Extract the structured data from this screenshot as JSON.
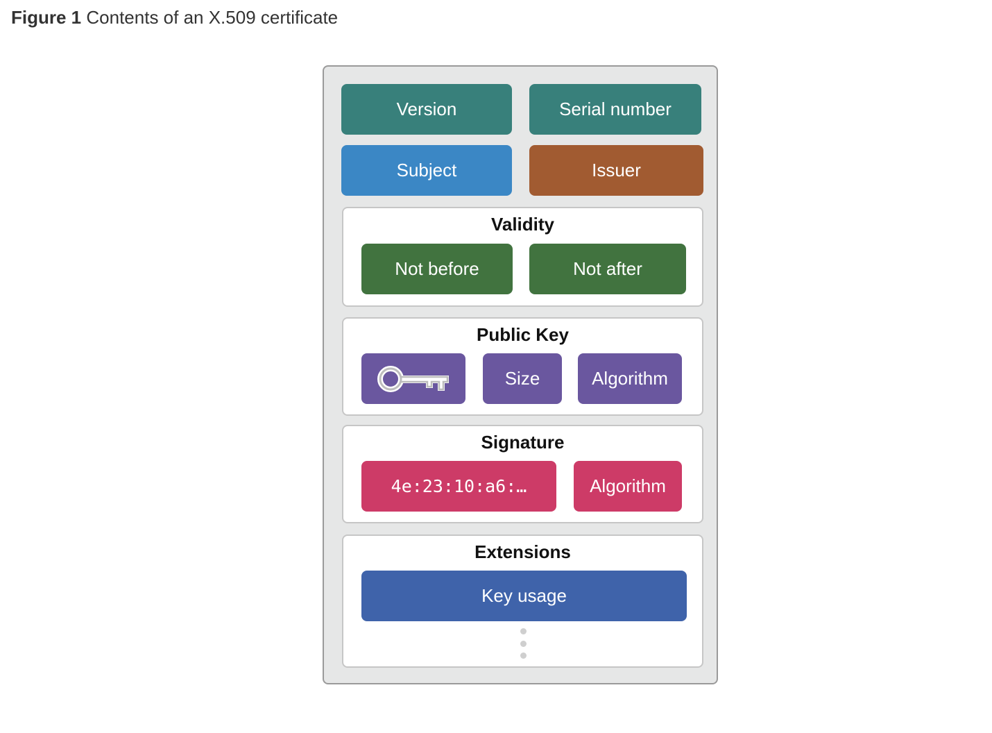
{
  "caption": {
    "label": "Figure 1",
    "text": "Contents of an X.509 certificate"
  },
  "fields": {
    "version": "Version",
    "serial_number": "Serial number",
    "subject": "Subject",
    "issuer": "Issuer"
  },
  "validity": {
    "title": "Validity",
    "not_before": "Not before",
    "not_after": "Not after"
  },
  "public_key": {
    "title": "Public Key",
    "key_icon": "key-icon",
    "size": "Size",
    "algorithm": "Algorithm"
  },
  "signature": {
    "title": "Signature",
    "value": "4e:23:10:a6:…",
    "algorithm": "Algorithm"
  },
  "extensions": {
    "title": "Extensions",
    "key_usage": "Key usage",
    "more_icon": "vertical-ellipsis-icon"
  },
  "colors": {
    "teal": "#38807b",
    "subject_blue": "#3b87c5",
    "issuer_brown": "#a15b31",
    "validity_green": "#41733f",
    "public_key_purple": "#6a579f",
    "signature_pink": "#cd3b67",
    "extensions_blue": "#3f63aa",
    "container_gray": "#e6e7e7"
  }
}
